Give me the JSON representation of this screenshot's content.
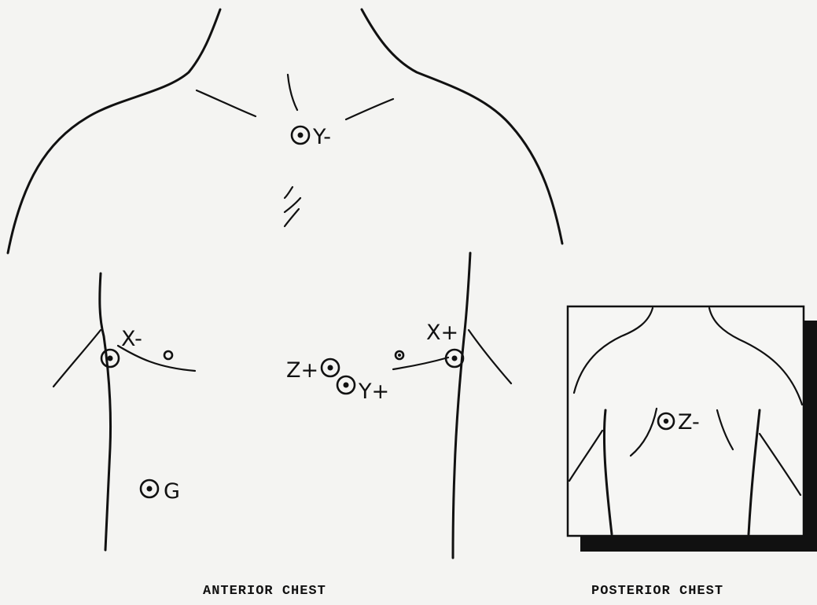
{
  "electrodes": {
    "y_minus": "Y-",
    "x_minus": "X-",
    "x_plus": "X+",
    "z_plus": "Z+",
    "y_plus": "Y+",
    "ground": "G",
    "z_minus": "Z-"
  },
  "captions": {
    "anterior": "ANTERIOR CHEST",
    "posterior": "POSTERIOR CHEST"
  }
}
